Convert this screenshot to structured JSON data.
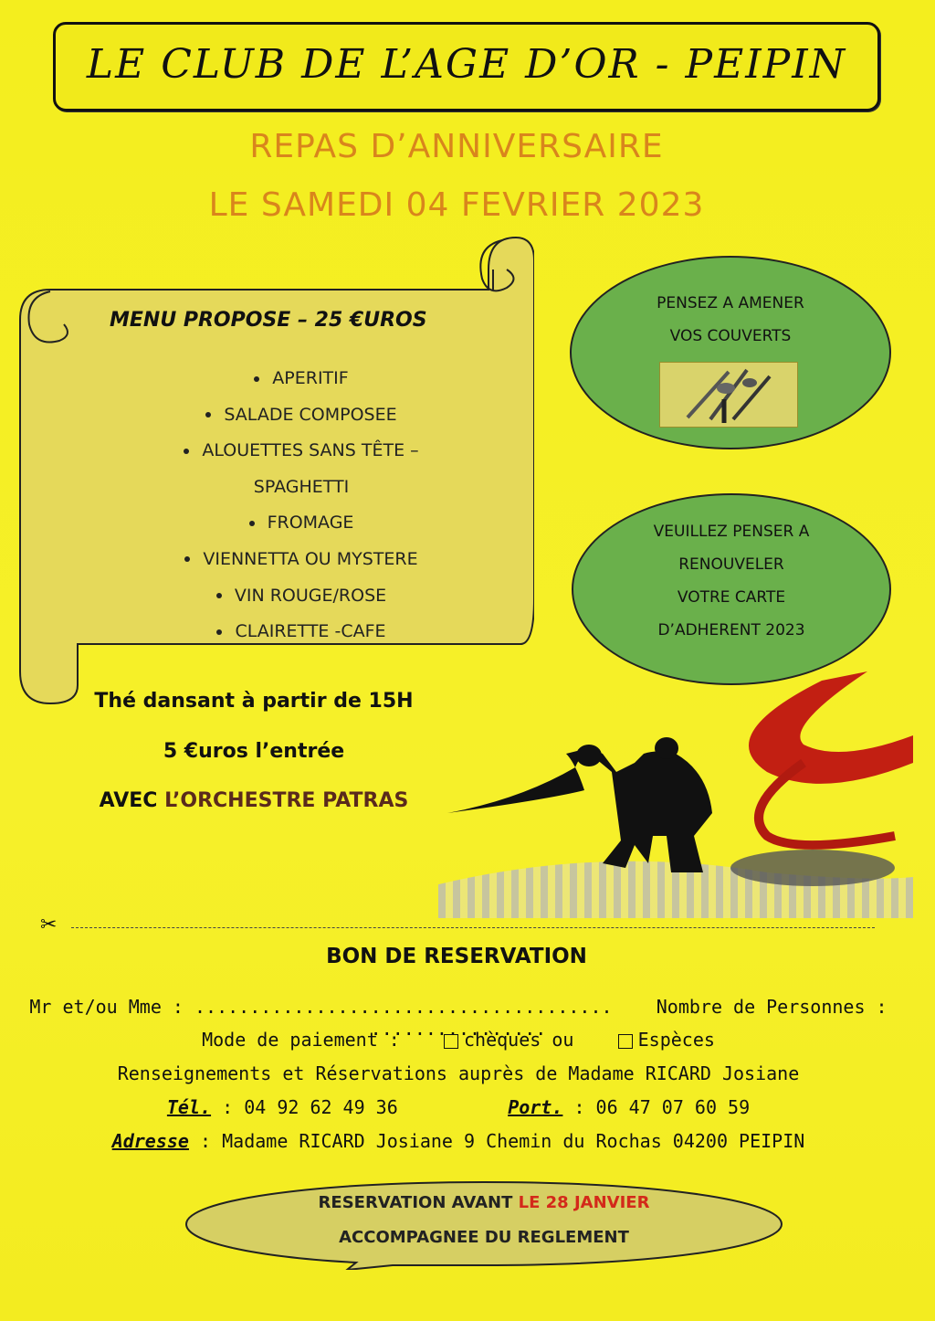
{
  "header": {
    "title": "LE CLUB DE L’AGE D’OR - PEIPIN",
    "event_name": "REPAS D’ANNIVERSAIRE",
    "event_date": "LE SAMEDI 04 FEVRIER 2023"
  },
  "menu": {
    "title": "MENU PROPOSE – 25 €UROS",
    "items": [
      "APERITIF",
      "SALADE COMPOSEE",
      "ALOUETTES SANS TÊTE –",
      "SPAGHETTI",
      "FROMAGE",
      "VIENNETTA OU MYSTERE",
      "VIN ROUGE/ROSE",
      "CLAIRETTE -CAFE"
    ]
  },
  "bubbles": {
    "cutlery_line1": "PENSEZ A AMENER",
    "cutlery_line2": "VOS COUVERTS",
    "card_line1": "VEUILLEZ PENSER A",
    "card_line2": "RENOUVELER",
    "card_line3": "VOTRE CARTE",
    "card_line4": "D’ADHERENT 2023"
  },
  "dance": {
    "line1": "Thé dansant à partir de 15H",
    "line2": "5 €uros l’entrée",
    "line3_prefix": "AVEC ",
    "line3_band": "L’ORCHESTRE PATRAS"
  },
  "form": {
    "title": "BON DE RESERVATION",
    "name_label": "Mr et/ou Mme :",
    "name_dots": "......................................",
    "persons_label": "Nombre de Personnes :",
    "persons_dots": "................",
    "payment_label": "Mode de paiement :",
    "option_cheques": "chèques ou",
    "option_especes": "Espèces",
    "info_line": "Renseignements et Réservations auprès de Madame RICARD Josiane",
    "tel_label": "Tél.",
    "tel_value": ": 04 92 62 49 36",
    "port_label": "Port.",
    "port_value": ": 06 47 07 60 59",
    "address_label": "Adresse",
    "address_value": ": Madame RICARD Josiane 9 Chemin du Rochas 04200 PEIPIN"
  },
  "deadline": {
    "prefix": "RESERVATION AVANT ",
    "date": "LE 28 JANVIER",
    "line2": "ACCOMPAGNEE DU REGLEMENT"
  },
  "colors": {
    "background": "#f5ef1f",
    "headline": "#d9851c",
    "bubble": "#6ab04b",
    "deadline_red": "#d32a1a"
  }
}
